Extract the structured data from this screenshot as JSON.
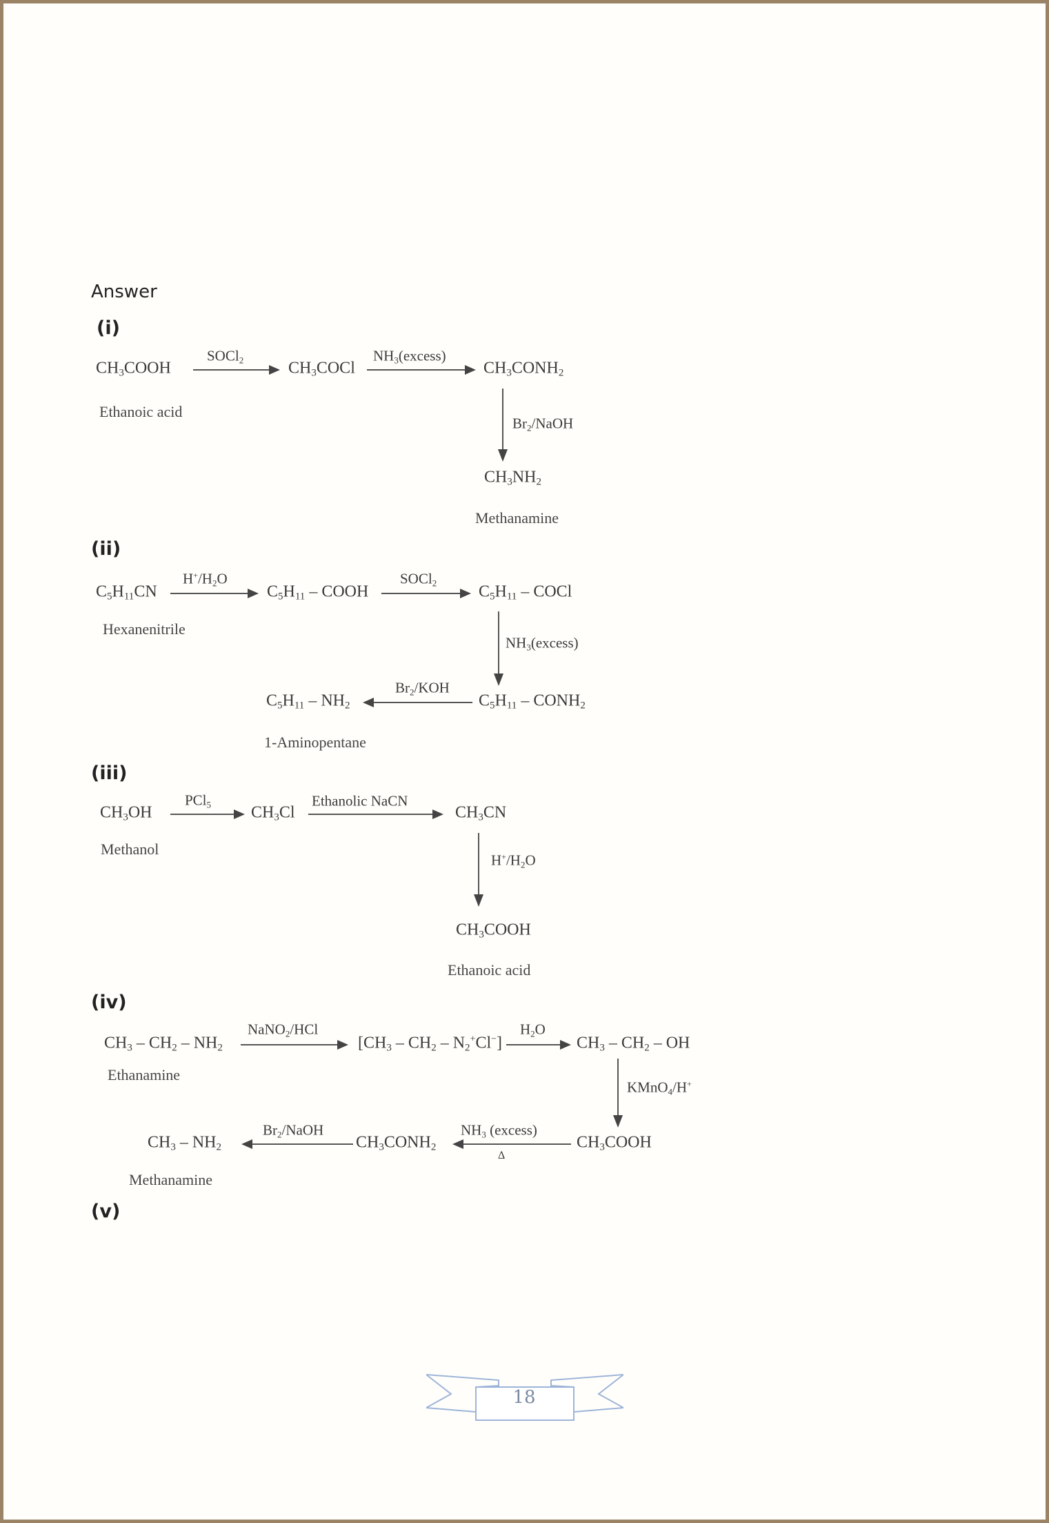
{
  "page": {
    "heading": "Answer",
    "page_number": "18",
    "border_color": "#9b8466",
    "banner_color": "#9db4d8"
  },
  "sections": [
    {
      "label": "(i)",
      "compounds": [
        "CH3COOH",
        "CH3COCl",
        "CH3CONH2",
        "CH3NH2"
      ],
      "reagents": [
        "SOCl2",
        "NH3(excess)",
        "Br2/NaOH"
      ],
      "names": [
        "Ethanoic acid",
        "Methanamine"
      ]
    },
    {
      "label": "(ii)",
      "compounds": [
        "C5H11CN",
        "C5H11 – COOH",
        "C5H11 – COCl",
        "C5H11 – CONH2",
        "C5H11 – NH2"
      ],
      "reagents": [
        "H+/H2O",
        "SOCl2",
        "NH3(excess)",
        "Br2/KOH"
      ],
      "names": [
        "Hexanenitrile",
        "1-Aminopentane"
      ]
    },
    {
      "label": "(iii)",
      "compounds": [
        "CH3OH",
        "CH3Cl",
        "CH3CN",
        "CH3COOH"
      ],
      "reagents": [
        "PCl5",
        "Ethanolic NaCN",
        "H+/H2O"
      ],
      "names": [
        "Methanol",
        "Ethanoic acid"
      ]
    },
    {
      "label": "(iv)",
      "compounds": [
        "CH3 – CH2 – NH2",
        "[CH3 – CH2 – N2Cl]",
        "CH3 – CH2 – OH",
        "CH3COOH",
        "CH3CONH2",
        "CH3 – NH2"
      ],
      "reagents": [
        "NaNO2/HCl",
        "H2O",
        "KMnO4/H+",
        "NH3 (excess)",
        "Δ",
        "Br2/NaOH"
      ],
      "names": [
        "Ethanamine",
        "Methanamine"
      ]
    },
    {
      "label": "(v)"
    }
  ]
}
